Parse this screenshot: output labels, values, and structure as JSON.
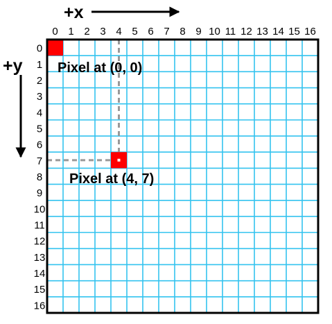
{
  "axes": {
    "x_label": "+x",
    "y_label": "+y"
  },
  "grid": {
    "columns": 17,
    "rows": 17,
    "x_ticks": [
      "0",
      "1",
      "2",
      "3",
      "4",
      "5",
      "6",
      "7",
      "8",
      "9",
      "10",
      "11",
      "12",
      "13",
      "14",
      "15",
      "16"
    ],
    "y_ticks": [
      "0",
      "1",
      "2",
      "3",
      "4",
      "5",
      "6",
      "7",
      "8",
      "9",
      "10",
      "11",
      "12",
      "13",
      "14",
      "15",
      "16"
    ],
    "line_color": "#33c3ef",
    "border_color": "#000000"
  },
  "pixels": [
    {
      "x": 0,
      "y": 0,
      "label": "Pixel at (0, 0)",
      "color": "#ff0000"
    },
    {
      "x": 4,
      "y": 7,
      "label": "Pixel at (4, 7)",
      "color": "#ff0000"
    }
  ]
}
